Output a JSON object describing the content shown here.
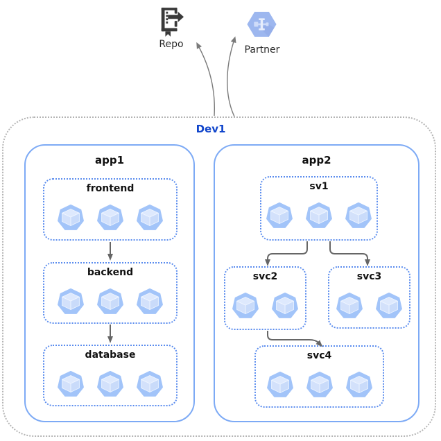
{
  "external_nodes": {
    "repo": {
      "label": "Repo",
      "icon": "source-repository-icon"
    },
    "partner": {
      "label": "Partner",
      "icon": "partner-hexagon-icon"
    }
  },
  "boundary": {
    "label": "Dev1"
  },
  "apps": {
    "app1": {
      "label": "app1",
      "services": {
        "frontend": {
          "label": "frontend",
          "pod_count": 3
        },
        "backend": {
          "label": "backend",
          "pod_count": 3
        },
        "database": {
          "label": "database",
          "pod_count": 3
        }
      }
    },
    "app2": {
      "label": "app2",
      "services": {
        "sv1": {
          "label": "sv1",
          "pod_count": 3
        },
        "svc2": {
          "label": "svc2",
          "pod_count": 2
        },
        "svc3": {
          "label": "svc3",
          "pod_count": 2
        },
        "svc4": {
          "label": "svc4",
          "pod_count": 3
        }
      }
    }
  },
  "edges": [
    {
      "from": "Dev1",
      "to": "Repo"
    },
    {
      "from": "Dev1",
      "to": "Partner"
    },
    {
      "from": "frontend",
      "to": "backend"
    },
    {
      "from": "backend",
      "to": "database"
    },
    {
      "from": "sv1",
      "to": "svc2"
    },
    {
      "from": "sv1",
      "to": "svc3"
    },
    {
      "from": "svc2",
      "to": "svc4"
    }
  ],
  "colors": {
    "boundary_border": "#b4b4b4",
    "boundary_label": "#1045cb",
    "app_border": "#7daaf5",
    "service_border": "#5a8cee",
    "arrow": "#666666",
    "pod_fill": "#a2c4f9",
    "partner_hex_fill": "#9db7ef",
    "repo_icon_fill": "#3a3a3a"
  }
}
